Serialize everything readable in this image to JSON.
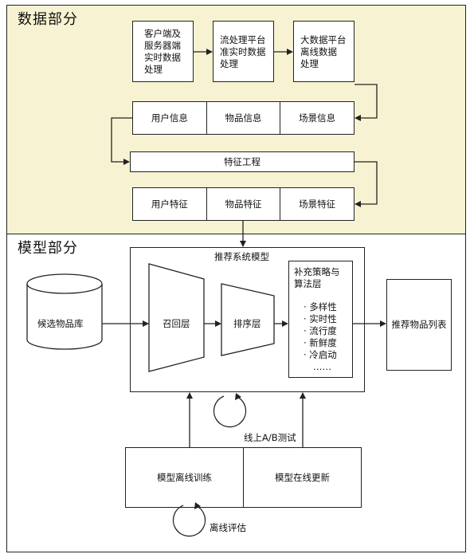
{
  "sections": {
    "data_title": "数据部分",
    "model_title": "模型部分"
  },
  "data_flow": {
    "client_box": "客户端及\n服务器端\n实时数据\n处理",
    "stream_box": "流处理平台\n准实时数据\n处理",
    "bigdata_box": "大数据平台\n离线数据\n处理",
    "info_row": [
      "用户信息",
      "物品信息",
      "场景信息"
    ],
    "feature_engineering": "特征工程",
    "feature_row": [
      "用户特征",
      "物品特征",
      "场景特征"
    ]
  },
  "model_flow": {
    "system_title": "推荐系统模型",
    "candidate_db": "候选物品库",
    "recall_layer": "召回层",
    "rank_layer": "排序层",
    "strategy_title": "补充策略与\n算法层",
    "strategy_items": [
      "· 多样性",
      "· 实时性",
      "· 流行度",
      "· 新鲜度",
      "· 冷启动",
      "……"
    ],
    "result_box": "推荐物品列表",
    "ab_test_label": "线上A/B测试",
    "offline_train": "模型离线训练",
    "online_update": "模型在线更新",
    "offline_eval_label": "离线评估"
  }
}
